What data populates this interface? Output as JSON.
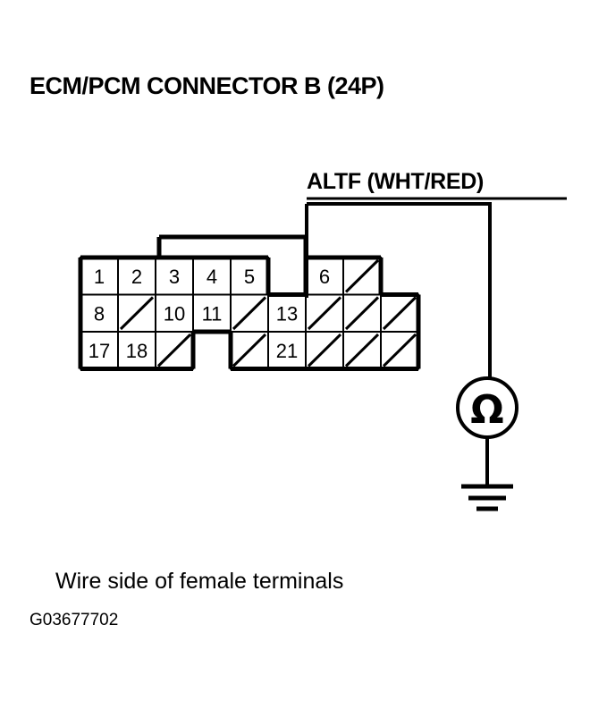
{
  "figure": {
    "title": "ECM/PCM CONNECTOR B (24P)",
    "wire_label": "ALTF (WHT/RED)",
    "caption": "Wire side of female terminals",
    "figure_code": "G03677702",
    "meter_symbol": "Ω",
    "meter_name": "ohmmeter",
    "ink_color": "#000000",
    "background_color": "#ffffff"
  },
  "connector": {
    "name": "ECM/PCM CONNECTOR B",
    "pin_count": "24P",
    "probed_pin": "13",
    "rows": [
      {
        "row_index": 1,
        "cells": [
          {
            "col": 1,
            "label": "1",
            "state": "numbered"
          },
          {
            "col": 2,
            "label": "2",
            "state": "numbered"
          },
          {
            "col": 3,
            "label": "3",
            "state": "numbered"
          },
          {
            "col": 4,
            "label": "4",
            "state": "numbered"
          },
          {
            "col": 5,
            "label": "5",
            "state": "numbered"
          },
          {
            "col": 6,
            "label": "",
            "state": "absent"
          },
          {
            "col": 7,
            "label": "6",
            "state": "numbered"
          },
          {
            "col": 8,
            "label": "",
            "state": "blank"
          },
          {
            "col": 9,
            "label": "",
            "state": "absent"
          }
        ]
      },
      {
        "row_index": 2,
        "cells": [
          {
            "col": 1,
            "label": "8",
            "state": "numbered"
          },
          {
            "col": 2,
            "label": "",
            "state": "blank"
          },
          {
            "col": 3,
            "label": "10",
            "state": "numbered"
          },
          {
            "col": 4,
            "label": "11",
            "state": "numbered"
          },
          {
            "col": 5,
            "label": "",
            "state": "blank"
          },
          {
            "col": 6,
            "label": "13",
            "state": "numbered"
          },
          {
            "col": 7,
            "label": "",
            "state": "blank"
          },
          {
            "col": 8,
            "label": "",
            "state": "blank"
          },
          {
            "col": 9,
            "label": "",
            "state": "blank"
          }
        ]
      },
      {
        "row_index": 3,
        "cells": [
          {
            "col": 1,
            "label": "17",
            "state": "numbered"
          },
          {
            "col": 2,
            "label": "18",
            "state": "numbered"
          },
          {
            "col": 3,
            "label": "",
            "state": "blank"
          },
          {
            "col": 4,
            "label": "",
            "state": "absent"
          },
          {
            "col": 5,
            "label": "",
            "state": "blank"
          },
          {
            "col": 6,
            "label": "21",
            "state": "numbered"
          },
          {
            "col": 7,
            "label": "",
            "state": "blank"
          },
          {
            "col": 8,
            "label": "",
            "state": "blank"
          },
          {
            "col": 9,
            "label": "",
            "state": "blank"
          }
        ]
      }
    ]
  }
}
